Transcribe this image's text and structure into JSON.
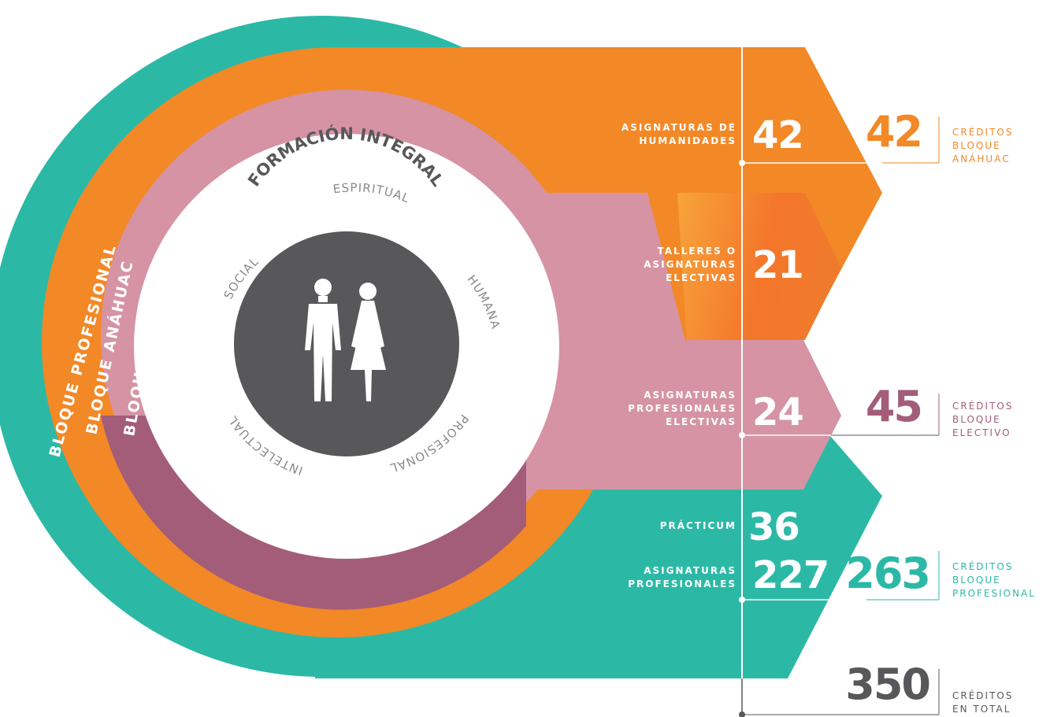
{
  "center": {
    "title": "FORMACIÓN INTEGRAL",
    "dimensions": [
      "ESPIRITUAL",
      "HUMANA",
      "PROFESIONAL",
      "INTELECTUAL",
      "SOCIAL"
    ]
  },
  "rings": {
    "profesional": "BLOQUE PROFESIONAL",
    "anahuac": "BLOQUE ANÁHUAC",
    "electivo": "BLOQUE  ELECTIVO"
  },
  "rows": [
    {
      "label": [
        "ASIGNATURAS DE",
        "HUMANIDADES"
      ],
      "value": "42"
    },
    {
      "label": [
        "TALLERES O",
        "ASIGNATURAS",
        "ELECTIVAS"
      ],
      "value": "21"
    },
    {
      "label": [
        "ASIGNATURAS",
        "PROFESIONALES",
        "ELECTIVAS"
      ],
      "value": "24"
    },
    {
      "label": [
        "PRÁCTICUM"
      ],
      "value": "36"
    },
    {
      "label": [
        "ASIGNATURAS",
        "PROFESIONALES"
      ],
      "value": "227"
    }
  ],
  "totals": [
    {
      "value": "42",
      "caption": [
        "CRÉDITOS",
        "BLOQUE",
        "ANÁHUAC"
      ],
      "color": "#f38826"
    },
    {
      "value": "45",
      "caption": [
        "CRÉDITOS",
        "BLOQUE",
        "ELECTIVO"
      ],
      "color": "#a35d79"
    },
    {
      "value": "263",
      "caption": [
        "CRÉDITOS",
        "BLOQUE",
        "PROFESIONAL"
      ],
      "color": "#2bb9a6"
    },
    {
      "value": "350",
      "caption": [
        "CRÉDITOS",
        "EN TOTAL"
      ],
      "color": "#58585a"
    }
  ],
  "colors": {
    "teal": "#2bb9a6",
    "orange": "#f38826",
    "pink": "#d593a3",
    "plum": "#a35d79",
    "dark": "#58585a"
  }
}
